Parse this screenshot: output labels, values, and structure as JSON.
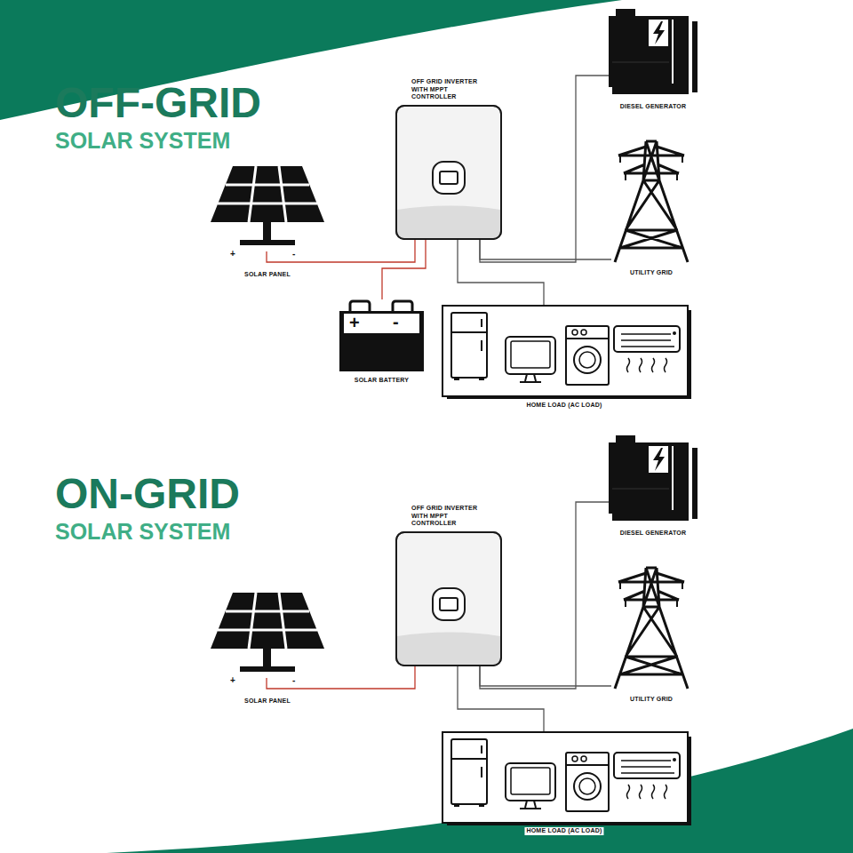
{
  "diagram": {
    "nodes": [
      {
        "text": [
          "OFF GRID INVERTER WITH MPPT CONTROLLER"
        ]
      },
      {
        "text": [
          "DIESEL GENERATOR"
        ]
      },
      {
        "text": [
          "SOLAR PANEL"
        ]
      },
      {
        "text": [
          "UTILITY GRID"
        ]
      },
      {
        "text": [
          "SOLAR BATTERY"
        ]
      },
      {
        "text": [
          "HOME LOAD (AC LOAD)"
        ]
      },
      {
        "text": [
          "OFF GRID INVERTER WITH MPPT CONTROLLER"
        ]
      },
      {
        "text": [
          "DIESEL GENERATOR"
        ]
      },
      {
        "text": [
          "SOLAR PANEL"
        ]
      },
      {
        "text": [
          "UTILITY GRID"
        ]
      },
      {
        "text": [
          "HOME LOAD (AC LOAD)"
        ]
      }
    ],
    "edges": [
      {
        "from": 2,
        "to": 0,
        "arrow": "none"
      },
      {
        "from": 4,
        "to": 0,
        "arrow": "none"
      },
      {
        "from": 0,
        "to": 1,
        "arrow": "none"
      },
      {
        "from": 0,
        "to": 3,
        "arrow": "none"
      },
      {
        "from": 0,
        "to": 5,
        "arrow": "none"
      },
      {
        "from": 8,
        "to": 6,
        "arrow": "none"
      },
      {
        "from": 6,
        "to": 7,
        "arrow": "none"
      },
      {
        "from": 6,
        "to": 9,
        "arrow": "none"
      },
      {
        "from": 6,
        "to": 10,
        "arrow": "none"
      }
    ],
    "labels": [
      "OFF-GRID",
      "SOLAR SYSTEM",
      "+",
      "-",
      "+",
      "-",
      "ON-GRID",
      "SOLAR SYSTEM",
      "+",
      "-"
    ]
  }
}
